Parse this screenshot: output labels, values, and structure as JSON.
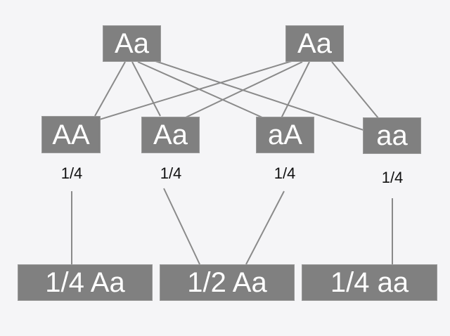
{
  "parents": [
    {
      "id": "p1",
      "label": "Aa"
    },
    {
      "id": "p2",
      "label": "Aa"
    }
  ],
  "offspring": [
    {
      "id": "c1",
      "label": "AA",
      "probability": "1/4"
    },
    {
      "id": "c2",
      "label": "Aa",
      "probability": "1/4"
    },
    {
      "id": "c3",
      "label": "aA",
      "probability": "1/4"
    },
    {
      "id": "c4",
      "label": "aa",
      "probability": "1/4"
    }
  ],
  "results": [
    {
      "id": "r1",
      "label": "1/4 Aa"
    },
    {
      "id": "r2",
      "label": "1/2 Aa"
    },
    {
      "id": "r3",
      "label": "1/4 aa"
    }
  ],
  "colors": {
    "box_fill": "#808080",
    "box_text": "#ffffff",
    "line": "#8a8a8a",
    "probability_text": "#111111",
    "background": "#f5f5f7"
  }
}
